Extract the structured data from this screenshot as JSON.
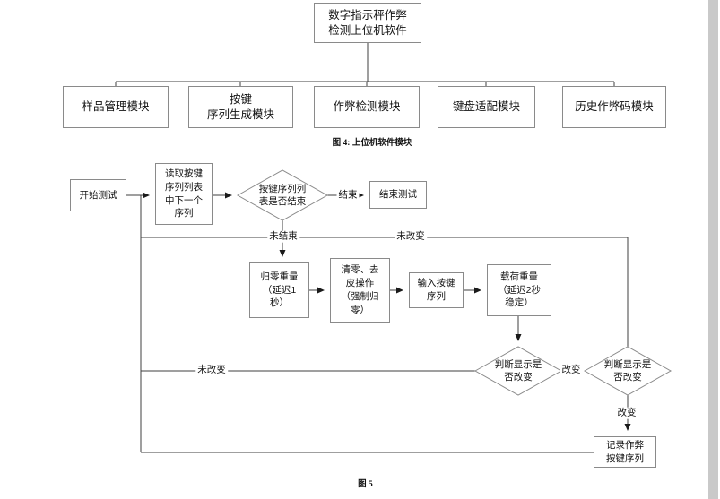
{
  "figure4": {
    "root_label": "数字指示秤作弊\n检测上位机软件",
    "modules": [
      {
        "label": "样品管理模块"
      },
      {
        "label": "按键\n序列生成模块"
      },
      {
        "label": "作弊检测模块"
      },
      {
        "label": "键盘适配模块"
      },
      {
        "label": "历史作弊码模块"
      }
    ],
    "caption": "图 4: 上位机软件模块"
  },
  "figure5": {
    "start": "开始测试",
    "read_next": "读取按键\n序列列表\n中下一个\n序列",
    "seq_end_check": "按键序列列\n表是否结束",
    "end_test": "结束测试",
    "zero_weight": "归零重量\n（延迟1\n秒）",
    "clear_tare": "清零、去\n皮操作\n（强制归\n零）",
    "input_seq": "输入按键\n序列",
    "load_weight": "载荷重量\n（延迟2秒\n稳定）",
    "display_check_1": "判断显示是\n否改变",
    "display_check_2": "判断显示是\n否改变",
    "record": "记录作弊\n按键序列",
    "labels": {
      "ended": "结束",
      "not_ended": "未结束",
      "not_changed_top": "未改变",
      "not_changed_left": "未改变",
      "changed_mid": "改变",
      "changed_bottom": "改变"
    },
    "caption": "图 5"
  },
  "colors": {
    "flow_line": "#3f3f3f",
    "box_border": "#8a8a8a",
    "scroll_strip": "#c9c9c9",
    "page_background": "#ffffff"
  }
}
